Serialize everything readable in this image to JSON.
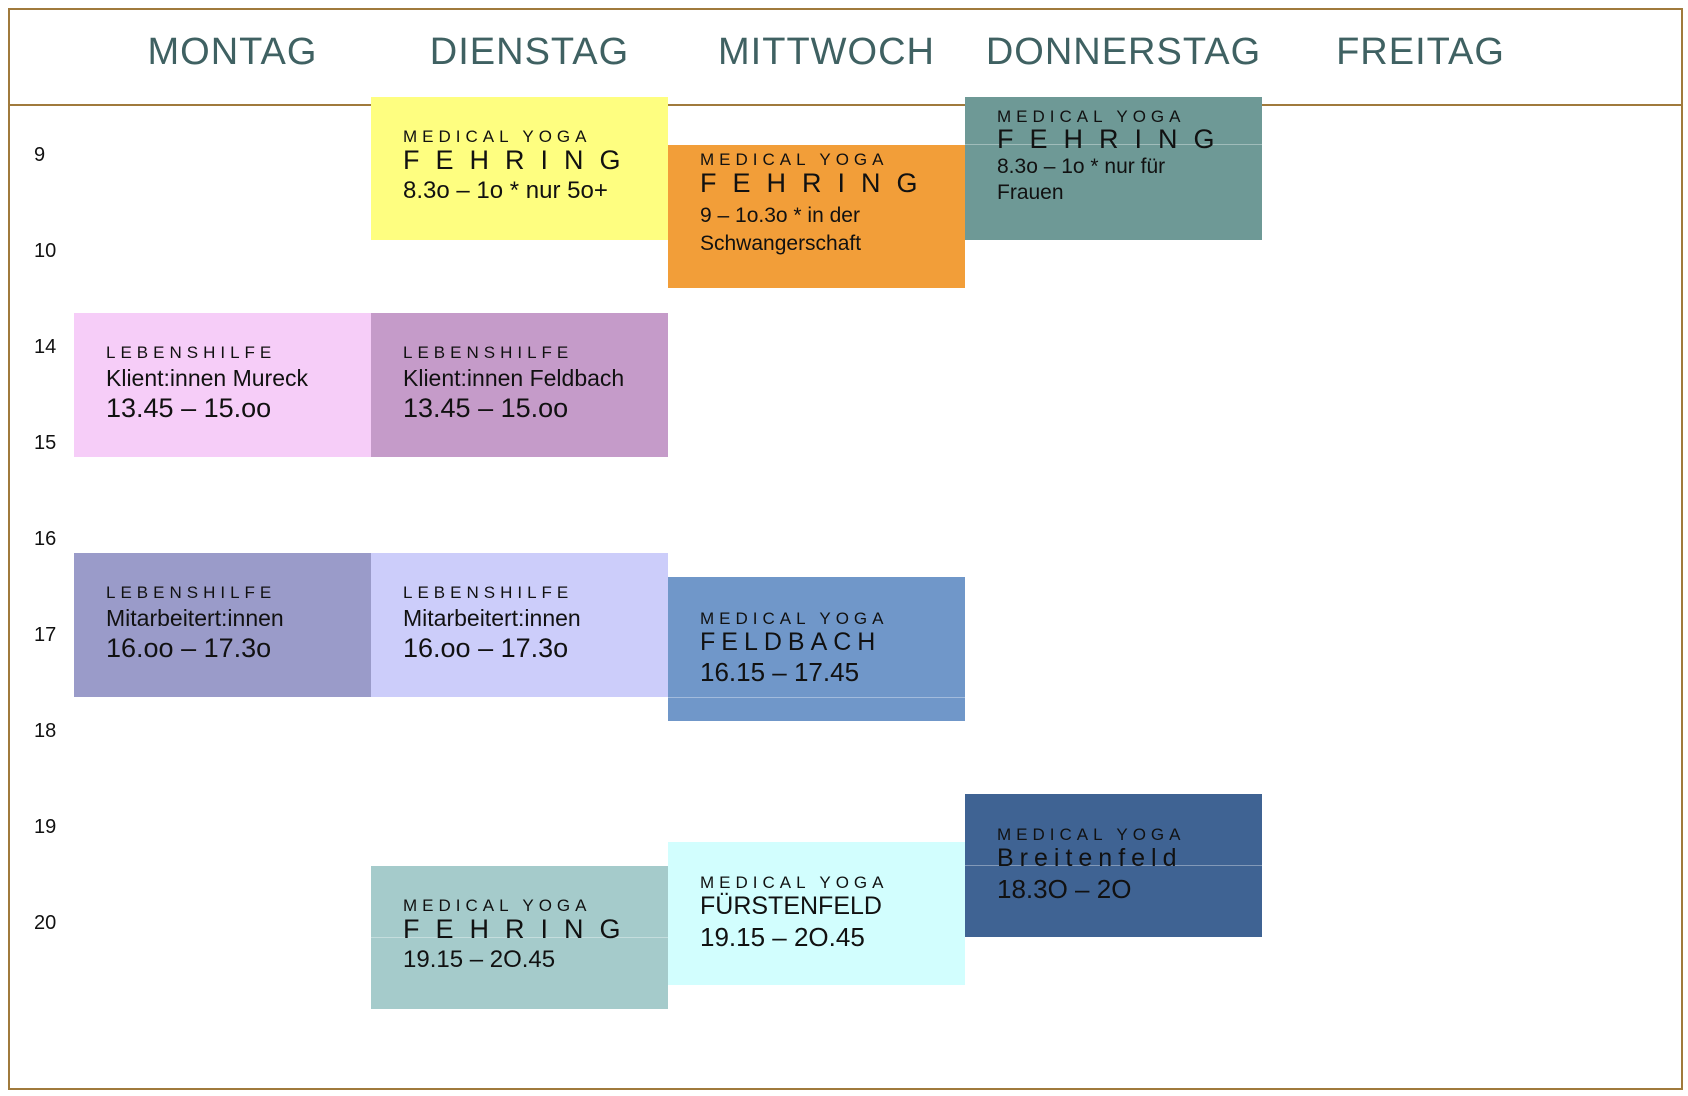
{
  "days": [
    "MONTAG",
    "DIENSTAG",
    "MITTWOCH",
    "DONNERSTAG",
    "FREITAG"
  ],
  "times": [
    "9",
    "10",
    "14",
    "15",
    "16",
    "17",
    "18",
    "19",
    "20"
  ],
  "events": {
    "mo_lebenshilfe_klient": {
      "line1": "LEBENSHILFE",
      "line2": "Klient:innen Mureck",
      "line3": "13.45 – 15.oo",
      "color": "#f6cdf8"
    },
    "mo_lebenshilfe_mitarbeiter": {
      "line1": "LEBENSHILFE",
      "line2": "Mitarbeitert:innen",
      "line3": "16.oo – 17.3o",
      "color": "#9a9bc9"
    },
    "di_fehring_morning": {
      "line1": "MEDICAL      YOGA",
      "line2": "FEHRING",
      "line3": " 8.3o – 1o * nur 5o+",
      "color": "#fefe80"
    },
    "di_lebenshilfe_klient": {
      "line1": "LEBENSHILFE",
      "line2": "Klient:innen Feldbach",
      "line3": "13.45 – 15.oo",
      "color": "#c59bc9"
    },
    "di_lebenshilfe_mitarbeiter": {
      "line1": "LEBENSHILFE",
      "line2": "Mitarbeitert:innen",
      "line3": "16.oo – 17.3o",
      "color": "#cccdfa"
    },
    "di_fehring_evening": {
      "line1": "MEDICAL      YOGA",
      "line2": "FEHRING",
      "line3": " 19.15 – 2O.45",
      "color": "#a5cbcb"
    },
    "mi_fehring_morning": {
      "line1": "MEDICAL      YOGA",
      "line2": "FEHRING",
      "line3": " 9 – 1o.3o * in der\nSchwangerschaft",
      "color": "#f29e39"
    },
    "mi_feldbach": {
      "line1": "MEDICAL      YOGA",
      "line2": "FELDBACH",
      "line3": "16.15 – 17.45",
      "color": "#7097c9"
    },
    "mi_fuerstenfeld": {
      "line1": "MEDICAL      YOGA",
      "line2": "FÜRSTENFELD",
      "line3": "19.15 – 2O.45",
      "color": "#d2fefe"
    },
    "do_fehring_morning": {
      "line1": "MEDICAL      YOGA",
      "line2": "FEHRING",
      "line3": "8.3o – 1o * nur für\nFrauen",
      "color": "#6e9996"
    },
    "do_breitenfeld": {
      "line1": "MEDICAL      YOGA",
      "line2": "Breitenfeld",
      "line3": "18.3O – 2O",
      "color": "#3f6393"
    }
  }
}
